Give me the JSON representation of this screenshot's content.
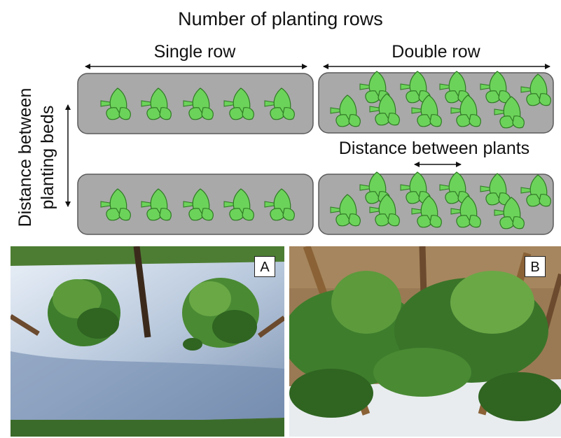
{
  "title": "Number of planting rows",
  "single_row_label": "Single row",
  "double_row_label": "Double row",
  "distance_plants_label": "Distance between plants",
  "distance_beds_label_line1": "Distance between",
  "distance_beds_label_line2": "planting beds",
  "photo_a_label": "A",
  "photo_b_label": "B",
  "colors": {
    "bed_fill": "#a9a9a9",
    "bed_stroke": "#5a5a5a",
    "plant_fill": "#6cd35a",
    "plant_stroke": "#2f7a24"
  },
  "icons": {
    "plant": "plant-icon",
    "arrow": "double-headed-arrow"
  }
}
